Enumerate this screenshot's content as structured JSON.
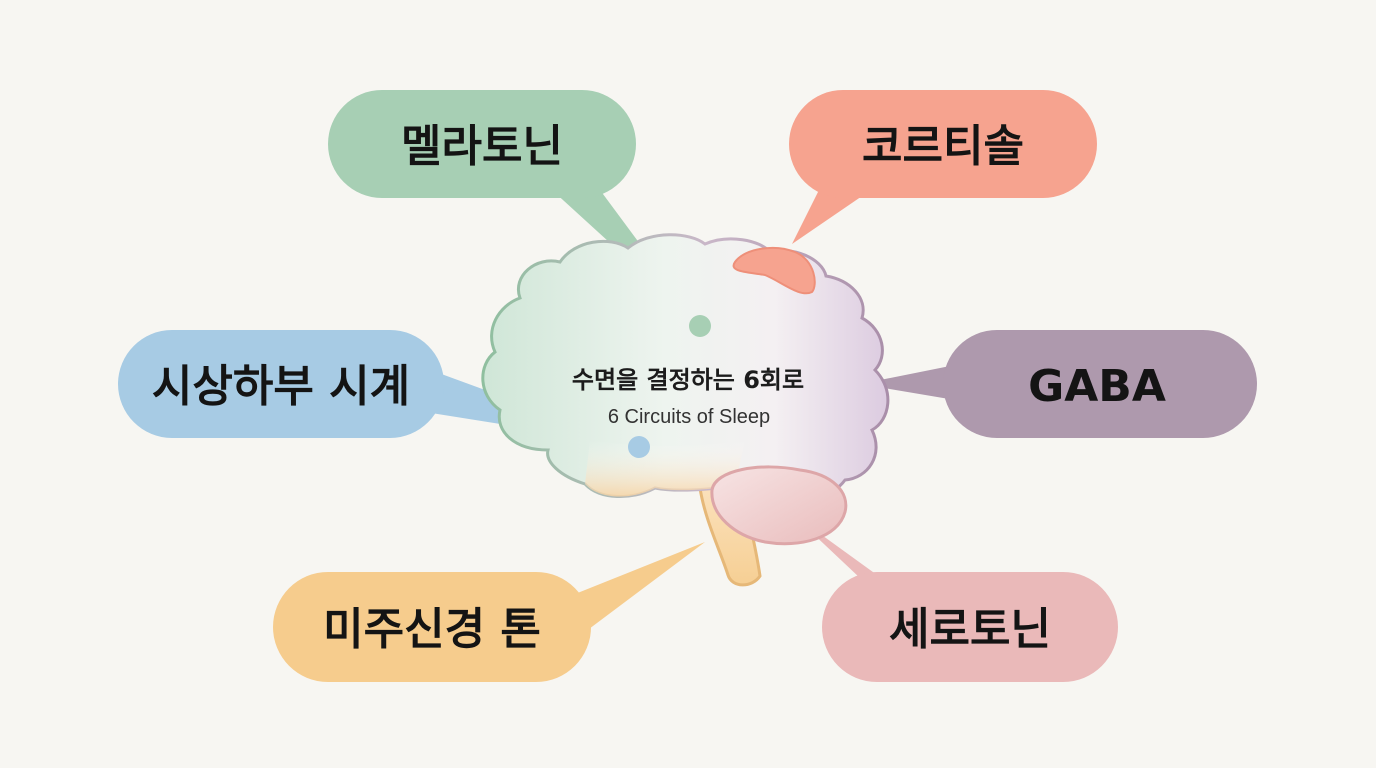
{
  "center": {
    "title": "수면을 결정하는 6회로",
    "subtitle": "6 Circuits of Sleep"
  },
  "circuits": [
    {
      "id": "melatonin",
      "label": "멜라토닌",
      "color": "#a7cfb4"
    },
    {
      "id": "cortisol",
      "label": "코르티솔",
      "color": "#f6a38f"
    },
    {
      "id": "circadian",
      "label": "시상하부 시계",
      "color": "#a7cbe4"
    },
    {
      "id": "gaba",
      "label": "GABA",
      "color": "#ae99ad"
    },
    {
      "id": "vagal",
      "label": "미주신경 톤",
      "color": "#f6cc8d"
    },
    {
      "id": "serotonin",
      "label": "세로토닌",
      "color": "#eab9b9"
    }
  ]
}
